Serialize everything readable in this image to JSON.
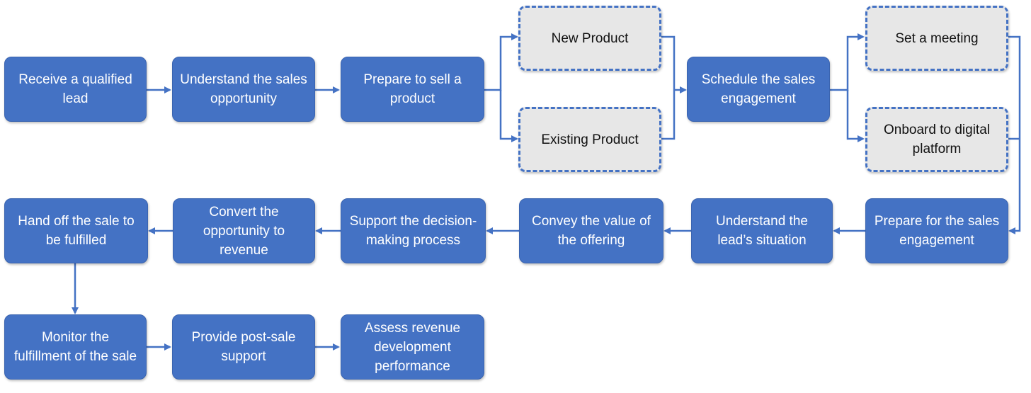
{
  "colors": {
    "accent": "#4472c4",
    "option_fill": "#e7e7e7",
    "connector": "#4472c4"
  },
  "nodes": {
    "receive_lead": "Receive a qualified lead",
    "understand_opportunity": "Understand the sales opportunity",
    "prepare_sell": "Prepare to sell a product",
    "new_product": "New Product",
    "existing_product": "Existing Product",
    "schedule_engagement": "Schedule the sales engagement",
    "set_meeting": "Set a meeting",
    "onboard_platform": "Onboard to digital platform",
    "prepare_engagement": "Prepare for the sales engagement",
    "understand_situation": "Understand the lead’s situation",
    "convey_value": "Convey the value of the offering",
    "support_decision": "Support the decision-making process",
    "convert_revenue": "Convert the opportunity to revenue",
    "hand_off": "Hand off the sale to be fulfilled",
    "monitor_fulfillment": "Monitor the fulfillment of the sale",
    "post_sale_support": "Provide post-sale support",
    "assess_revenue": "Assess revenue development performance"
  }
}
